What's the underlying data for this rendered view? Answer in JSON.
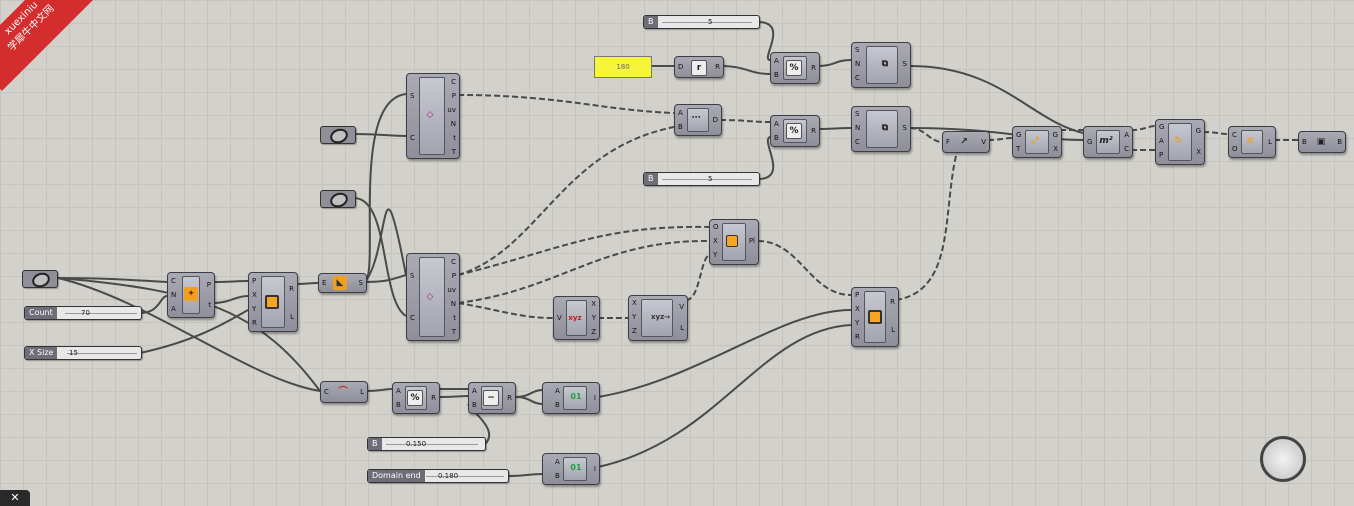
{
  "watermark": {
    "line1": "xuexiniu",
    "line2": "学犀牛中文网"
  },
  "sliders": {
    "count": {
      "label": "Count",
      "value": "70"
    },
    "x_size": {
      "label": "X Size",
      "value": "15"
    },
    "b_top": {
      "label": "B",
      "value": "5"
    },
    "b_mid": {
      "label": "B",
      "value": "5"
    },
    "b_low": {
      "label": "B",
      "value": "0.150"
    },
    "domain_end": {
      "label": "Domain end",
      "value": "0.180"
    }
  },
  "panel": {
    "value": "180"
  },
  "components": {
    "divide_curve": {
      "inputs": [
        "C",
        "N",
        "A"
      ],
      "outputs": [
        "P",
        "t"
      ]
    },
    "rect_a": {
      "inputs": [
        "P",
        "X",
        "Y",
        "R"
      ],
      "outputs": [
        "R",
        "L"
      ]
    },
    "extrude": {
      "inputs": [
        "E"
      ],
      "outputs": [
        "S"
      ]
    },
    "surface_top": {
      "inputs": [
        "S",
        "C"
      ],
      "outputs": [
        "C",
        "P",
        "uv",
        "N",
        "t",
        "T"
      ]
    },
    "surface_bot": {
      "inputs": [
        "S",
        "C"
      ],
      "outputs": [
        "C",
        "P",
        "uv",
        "N",
        "t",
        "T"
      ]
    },
    "distance": {
      "inputs": [
        "A",
        "B"
      ],
      "outputs": [
        "D"
      ]
    },
    "deconstruct": {
      "inputs": [
        "V"
      ],
      "outputs": [
        "X",
        "Y",
        "Z"
      ]
    },
    "construct": {
      "inputs": [
        "X",
        "Y",
        "Z"
      ],
      "outputs": [
        "V",
        "L"
      ]
    },
    "plane": {
      "inputs": [
        "O",
        "X",
        "Y"
      ],
      "outputs": [
        "Pl"
      ]
    },
    "rect_b": {
      "inputs": [
        "P",
        "X",
        "Y",
        "R"
      ],
      "outputs": [
        "R",
        "L"
      ]
    },
    "curve_len": {
      "inputs": [
        "C"
      ],
      "outputs": [
        "L"
      ]
    },
    "div_a": {
      "inputs": [
        "A",
        "B"
      ],
      "outputs": [
        "R"
      ]
    },
    "sub": {
      "inputs": [
        "A",
        "B"
      ],
      "outputs": [
        "R"
      ]
    },
    "remap_a": {
      "inputs": [
        "A",
        "B"
      ],
      "outputs": [
        "I"
      ]
    },
    "remap_b": {
      "inputs": [
        "A",
        "B"
      ],
      "outputs": [
        "I"
      ]
    },
    "deg": {
      "inputs": [
        "D"
      ],
      "outputs": [
        "R"
      ]
    },
    "div_top": {
      "inputs": [
        "A",
        "B"
      ],
      "outputs": [
        "R"
      ]
    },
    "div_mid": {
      "inputs": [
        "A",
        "B"
      ],
      "outputs": [
        "R"
      ]
    },
    "series_top": {
      "inputs": [
        "S",
        "N",
        "C"
      ],
      "outputs": [
        "S"
      ]
    },
    "series_mid": {
      "inputs": [
        "S",
        "N",
        "C"
      ],
      "outputs": [
        "S"
      ]
    },
    "vec": {
      "inputs": [
        "F"
      ],
      "outputs": [
        "V"
      ]
    },
    "move": {
      "inputs": [
        "G",
        "T"
      ],
      "outputs": [
        "G",
        "X"
      ]
    },
    "area": {
      "inputs": [
        "G"
      ],
      "outputs": [
        "A",
        "C"
      ]
    },
    "rotate": {
      "inputs": [
        "G",
        "A",
        "P"
      ],
      "outputs": [
        "G",
        "X"
      ]
    },
    "loft": {
      "inputs": [
        "C",
        "O"
      ],
      "outputs": [
        "L"
      ]
    },
    "brep": {
      "inputs": [
        "B"
      ],
      "outputs": [
        "B"
      ]
    }
  },
  "corner_label": "✕"
}
